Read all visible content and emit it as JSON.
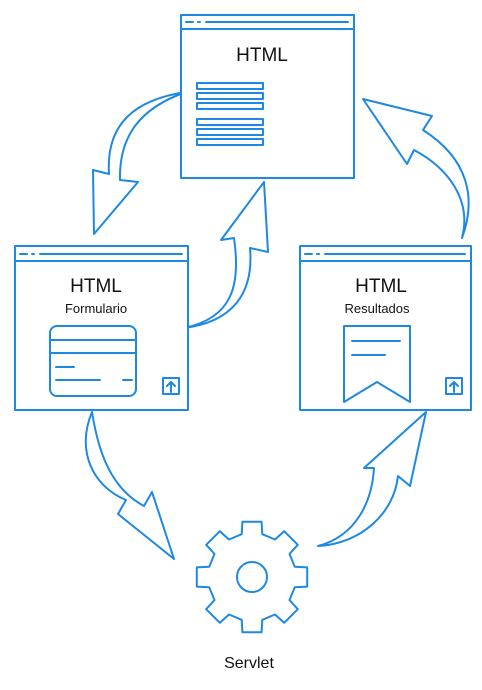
{
  "colors": {
    "accent": "#1e88e5",
    "text": "#111111",
    "background": "#ffffff"
  },
  "top_page": {
    "title": "HTML",
    "icon": "text-lines-icon"
  },
  "form_page": {
    "title": "HTML",
    "subtitle": "Formulario",
    "icon": "form-card-icon",
    "corner_icon": "upload-icon"
  },
  "results_page": {
    "title": "HTML",
    "subtitle": "Resultados",
    "icon": "ribbon-document-icon",
    "corner_icon": "upload-icon"
  },
  "servlet": {
    "label": "Servlet",
    "icon": "gear-icon"
  }
}
